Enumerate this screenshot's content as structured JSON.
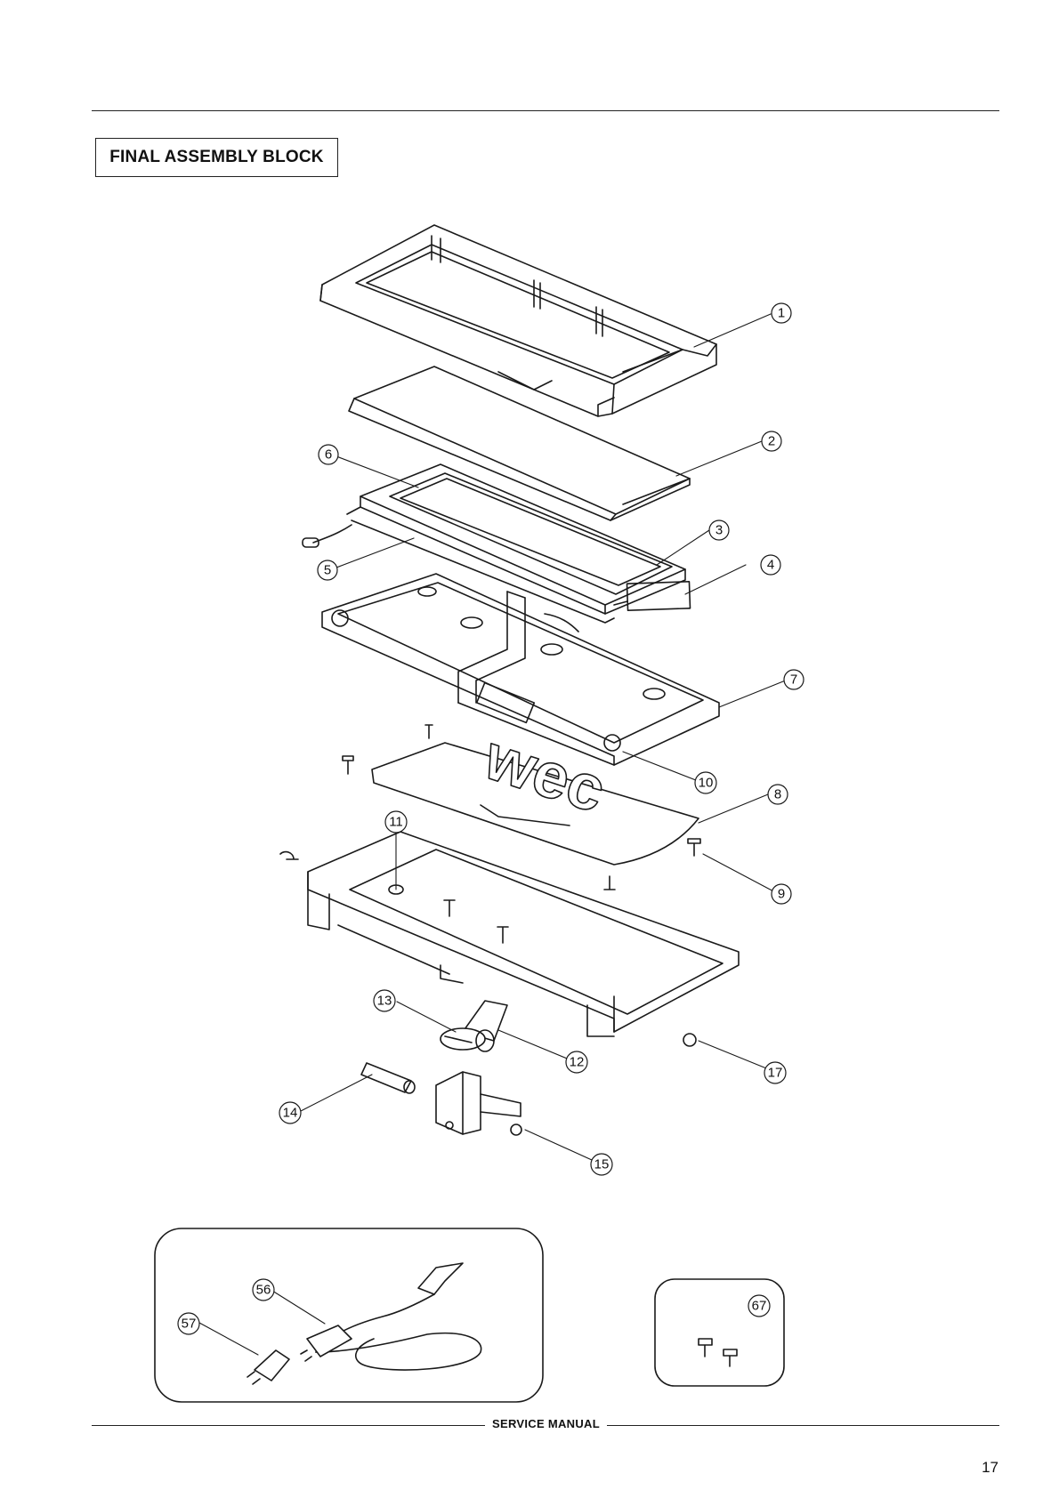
{
  "header": {
    "title": "FINAL ASSEMBLY BLOCK"
  },
  "diagram": {
    "callouts": [
      "1",
      "2",
      "3",
      "4",
      "5",
      "6",
      "7",
      "8",
      "9",
      "10",
      "11",
      "12",
      "13",
      "14",
      "15",
      "17",
      "56",
      "57",
      "67"
    ],
    "plate_logo": "wec"
  },
  "footer": {
    "label": "SERVICE MANUAL",
    "page_number": "17"
  }
}
